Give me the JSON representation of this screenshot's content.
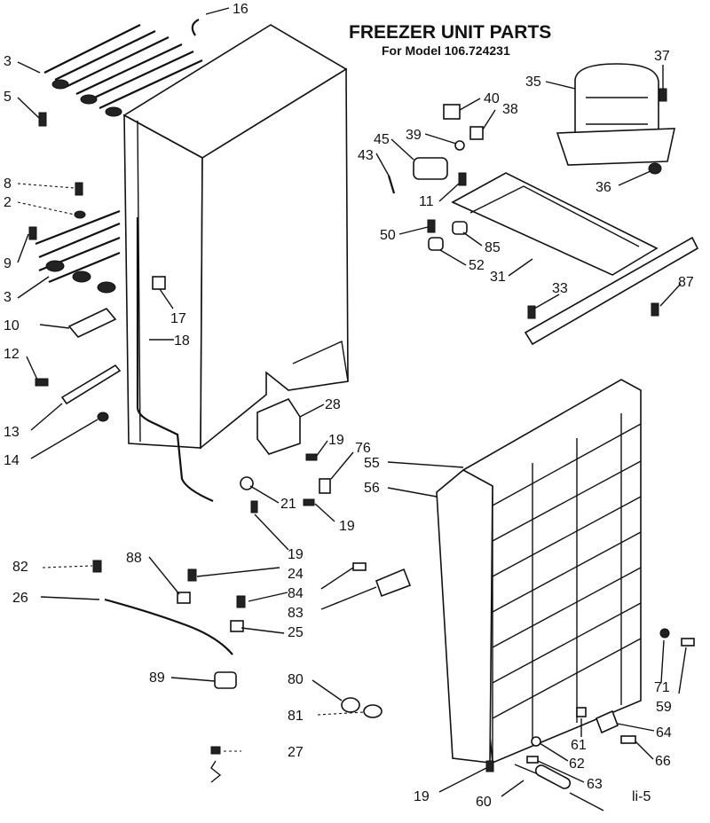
{
  "title": "FREEZER UNIT PARTS",
  "subtitle": "For Model 106.724231",
  "corner_note": "li-5",
  "callouts": [
    {
      "id": "c16",
      "label": "16"
    },
    {
      "id": "c3a",
      "label": "3"
    },
    {
      "id": "c5",
      "label": "5"
    },
    {
      "id": "c8",
      "label": "8"
    },
    {
      "id": "c2",
      "label": "2"
    },
    {
      "id": "c9",
      "label": "9"
    },
    {
      "id": "c3b",
      "label": "3"
    },
    {
      "id": "c10",
      "label": "10"
    },
    {
      "id": "c17",
      "label": "17"
    },
    {
      "id": "c18",
      "label": "18"
    },
    {
      "id": "c12",
      "label": "12"
    },
    {
      "id": "c13",
      "label": "13"
    },
    {
      "id": "c14",
      "label": "14"
    },
    {
      "id": "c28",
      "label": "28"
    },
    {
      "id": "c19a",
      "label": "19"
    },
    {
      "id": "c76",
      "label": "76"
    },
    {
      "id": "c21",
      "label": "21"
    },
    {
      "id": "c19b",
      "label": "19"
    },
    {
      "id": "c19c",
      "label": "19"
    },
    {
      "id": "c24",
      "label": "24"
    },
    {
      "id": "c84",
      "label": "84"
    },
    {
      "id": "c83",
      "label": "83"
    },
    {
      "id": "c25",
      "label": "25"
    },
    {
      "id": "c82",
      "label": "82"
    },
    {
      "id": "c88",
      "label": "88"
    },
    {
      "id": "c26",
      "label": "26"
    },
    {
      "id": "c89",
      "label": "89"
    },
    {
      "id": "c80",
      "label": "80"
    },
    {
      "id": "c81",
      "label": "81"
    },
    {
      "id": "c27",
      "label": "27"
    },
    {
      "id": "c35",
      "label": "35"
    },
    {
      "id": "c37",
      "label": "37"
    },
    {
      "id": "c40",
      "label": "40"
    },
    {
      "id": "c38",
      "label": "38"
    },
    {
      "id": "c39",
      "label": "39"
    },
    {
      "id": "c45",
      "label": "45"
    },
    {
      "id": "c43",
      "label": "43"
    },
    {
      "id": "c11",
      "label": "11"
    },
    {
      "id": "c36",
      "label": "36"
    },
    {
      "id": "c50",
      "label": "50"
    },
    {
      "id": "c85",
      "label": "85"
    },
    {
      "id": "c52",
      "label": "52"
    },
    {
      "id": "c31",
      "label": "31"
    },
    {
      "id": "c33",
      "label": "33"
    },
    {
      "id": "c87",
      "label": "87"
    },
    {
      "id": "c55",
      "label": "55"
    },
    {
      "id": "c56",
      "label": "56"
    },
    {
      "id": "c71",
      "label": "71"
    },
    {
      "id": "c59",
      "label": "59"
    },
    {
      "id": "c61",
      "label": "61"
    },
    {
      "id": "c64",
      "label": "64"
    },
    {
      "id": "c62",
      "label": "62"
    },
    {
      "id": "c66",
      "label": "66"
    },
    {
      "id": "c63",
      "label": "63"
    },
    {
      "id": "c19d",
      "label": "19"
    },
    {
      "id": "c60",
      "label": "60"
    }
  ]
}
